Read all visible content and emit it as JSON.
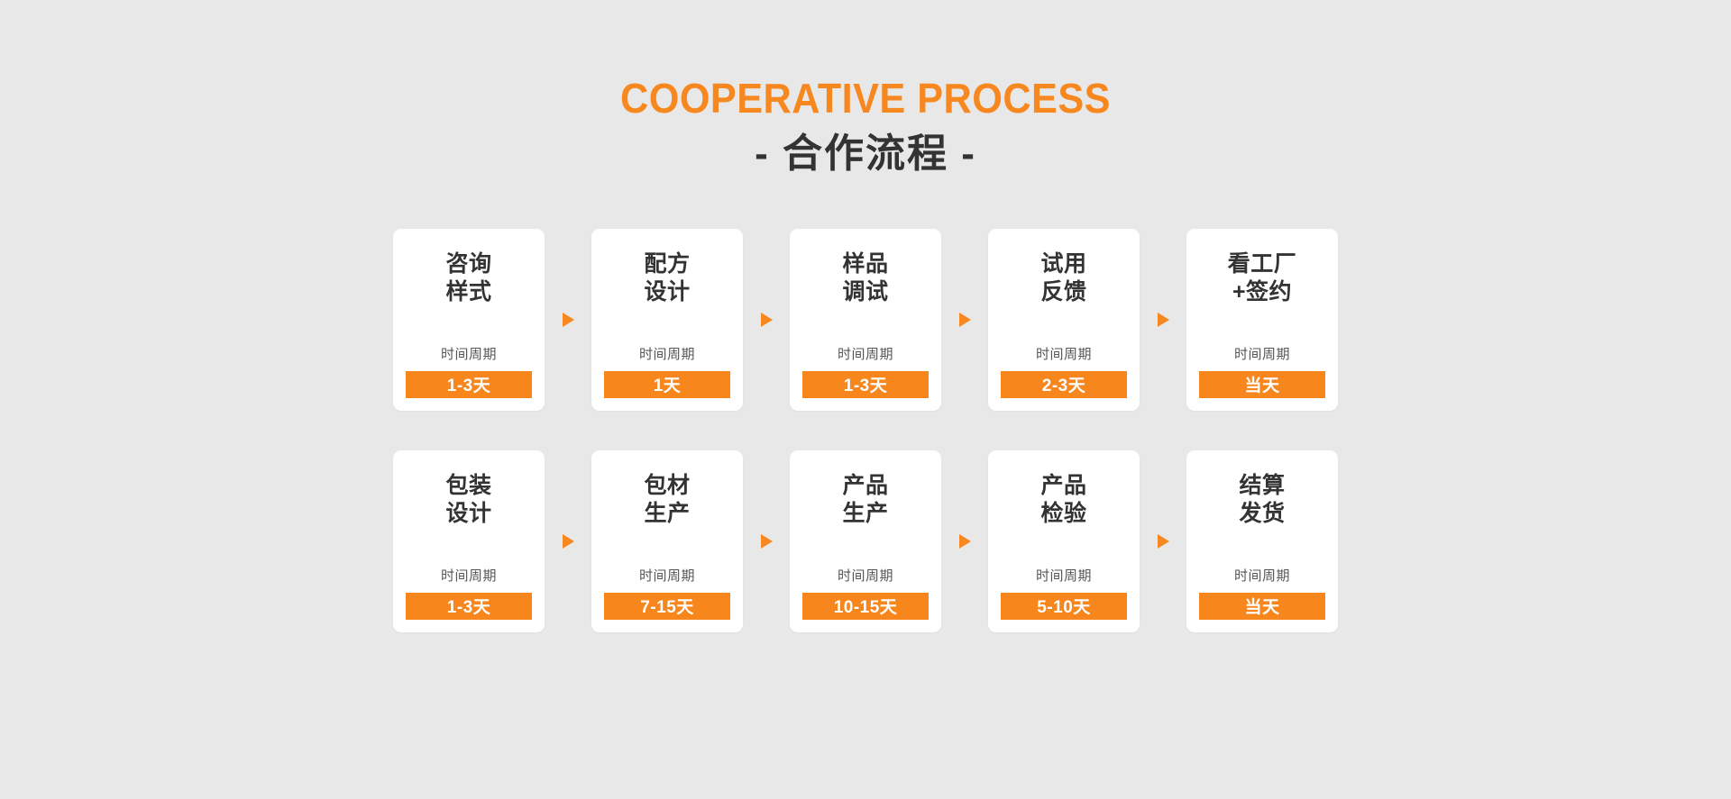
{
  "theme": {
    "background": "#e8e8e8",
    "accent": "#f7871f",
    "badge_bg": "#f7861d",
    "card_bg": "#ffffff",
    "title_cn_color": "#333333",
    "sub_color": "#555555"
  },
  "header": {
    "title_en": "COOPERATIVE PROCESS",
    "title_cn": "- 合作流程 -"
  },
  "labels": {
    "period_label": "时间周期",
    "arrow_icon": "triangle-right-icon"
  },
  "flow": {
    "rows": [
      {
        "steps": [
          {
            "line1": "咨询",
            "line2": "样式",
            "period_label": "时间周期",
            "duration": "1-3天"
          },
          {
            "line1": "配方",
            "line2": "设计",
            "period_label": "时间周期",
            "duration": "1天"
          },
          {
            "line1": "样品",
            "line2": "调试",
            "period_label": "时间周期",
            "duration": "1-3天"
          },
          {
            "line1": "试用",
            "line2": "反馈",
            "period_label": "时间周期",
            "duration": "2-3天"
          },
          {
            "line1": "看工厂",
            "line2": "+签约",
            "period_label": "时间周期",
            "duration": "当天"
          }
        ]
      },
      {
        "steps": [
          {
            "line1": "包装",
            "line2": "设计",
            "period_label": "时间周期",
            "duration": "1-3天"
          },
          {
            "line1": "包材",
            "line2": "生产",
            "period_label": "时间周期",
            "duration": "7-15天"
          },
          {
            "line1": "产品",
            "line2": "生产",
            "period_label": "时间周期",
            "duration": "10-15天"
          },
          {
            "line1": "产品",
            "line2": "检验",
            "period_label": "时间周期",
            "duration": "5-10天"
          },
          {
            "line1": "结算",
            "line2": "发货",
            "period_label": "时间周期",
            "duration": "当天"
          }
        ]
      }
    ]
  }
}
